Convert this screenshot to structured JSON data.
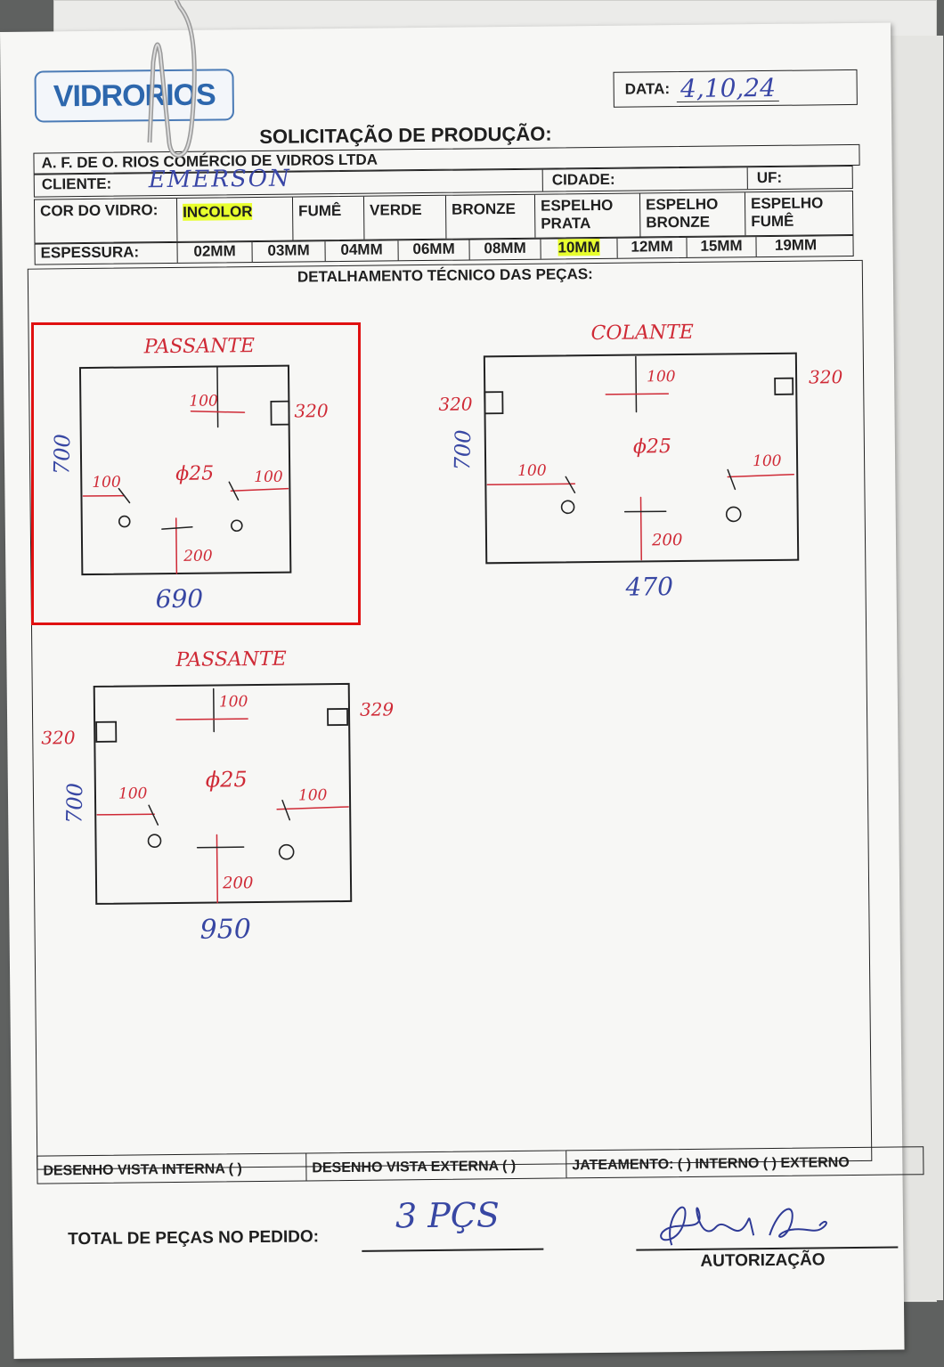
{
  "logo": "VIDRORIOS",
  "date": {
    "label": "DATA:",
    "value": "4,10,24"
  },
  "title": "SOLICITAÇÃO DE PRODUÇÃO:",
  "company": "A. F. DE O. RIOS COMÉRCIO DE VIDROS LTDA",
  "client": {
    "label": "CLIENTE:",
    "value": "EMERSON",
    "city_label": "CIDADE:",
    "uf_label": "UF:"
  },
  "glass_color": {
    "label": "COR DO VIDRO:",
    "options": [
      "INCOLOR",
      "FUMÊ",
      "VERDE",
      "BRONZE",
      "ESPELHO PRATA",
      "ESPELHO BRONZE",
      "ESPELHO FUMÊ"
    ],
    "selected": "INCOLOR"
  },
  "thickness": {
    "label": "ESPESSURA:",
    "options": [
      "02MM",
      "03MM",
      "04MM",
      "06MM",
      "08MM",
      "10MM",
      "12MM",
      "15MM",
      "19MM"
    ],
    "selected": "10MM"
  },
  "detail_title": "DETALHAMENTO TÉCNICO DAS PEÇAS:",
  "drawings": [
    {
      "label": "PASSANTE",
      "width": "690",
      "height": "700",
      "hole": "ϕ25",
      "notes": [
        "100",
        "320",
        "100",
        "100",
        "200"
      ]
    },
    {
      "label": "COLANTE",
      "width": "470",
      "height": "700",
      "hole": "ϕ25",
      "notes": [
        "100",
        "320",
        "320",
        "100",
        "100",
        "200"
      ]
    },
    {
      "label": "PASSANTE",
      "width": "950",
      "height": "700",
      "hole": "ϕ25",
      "notes": [
        "100",
        "320",
        "329",
        "100",
        "100",
        "200"
      ]
    }
  ],
  "footer": {
    "internal": "DESENHO VISTA INTERNA ( )",
    "external": "DESENHO VISTA EXTERNA ( )",
    "sandblast": "JATEAMENTO: ( ) INTERNO ( ) EXTERNO"
  },
  "total": {
    "label": "TOTAL DE PEÇAS NO PEDIDO:",
    "value": "3 PÇS"
  },
  "authorization": "AUTORIZAÇÃO",
  "colors": {
    "highlight": "#e8ff2e",
    "ink_red": "#cf2a36",
    "ink_blue": "#3847a3",
    "logo": "#2d67ad",
    "annotation_box": "#e01010"
  }
}
